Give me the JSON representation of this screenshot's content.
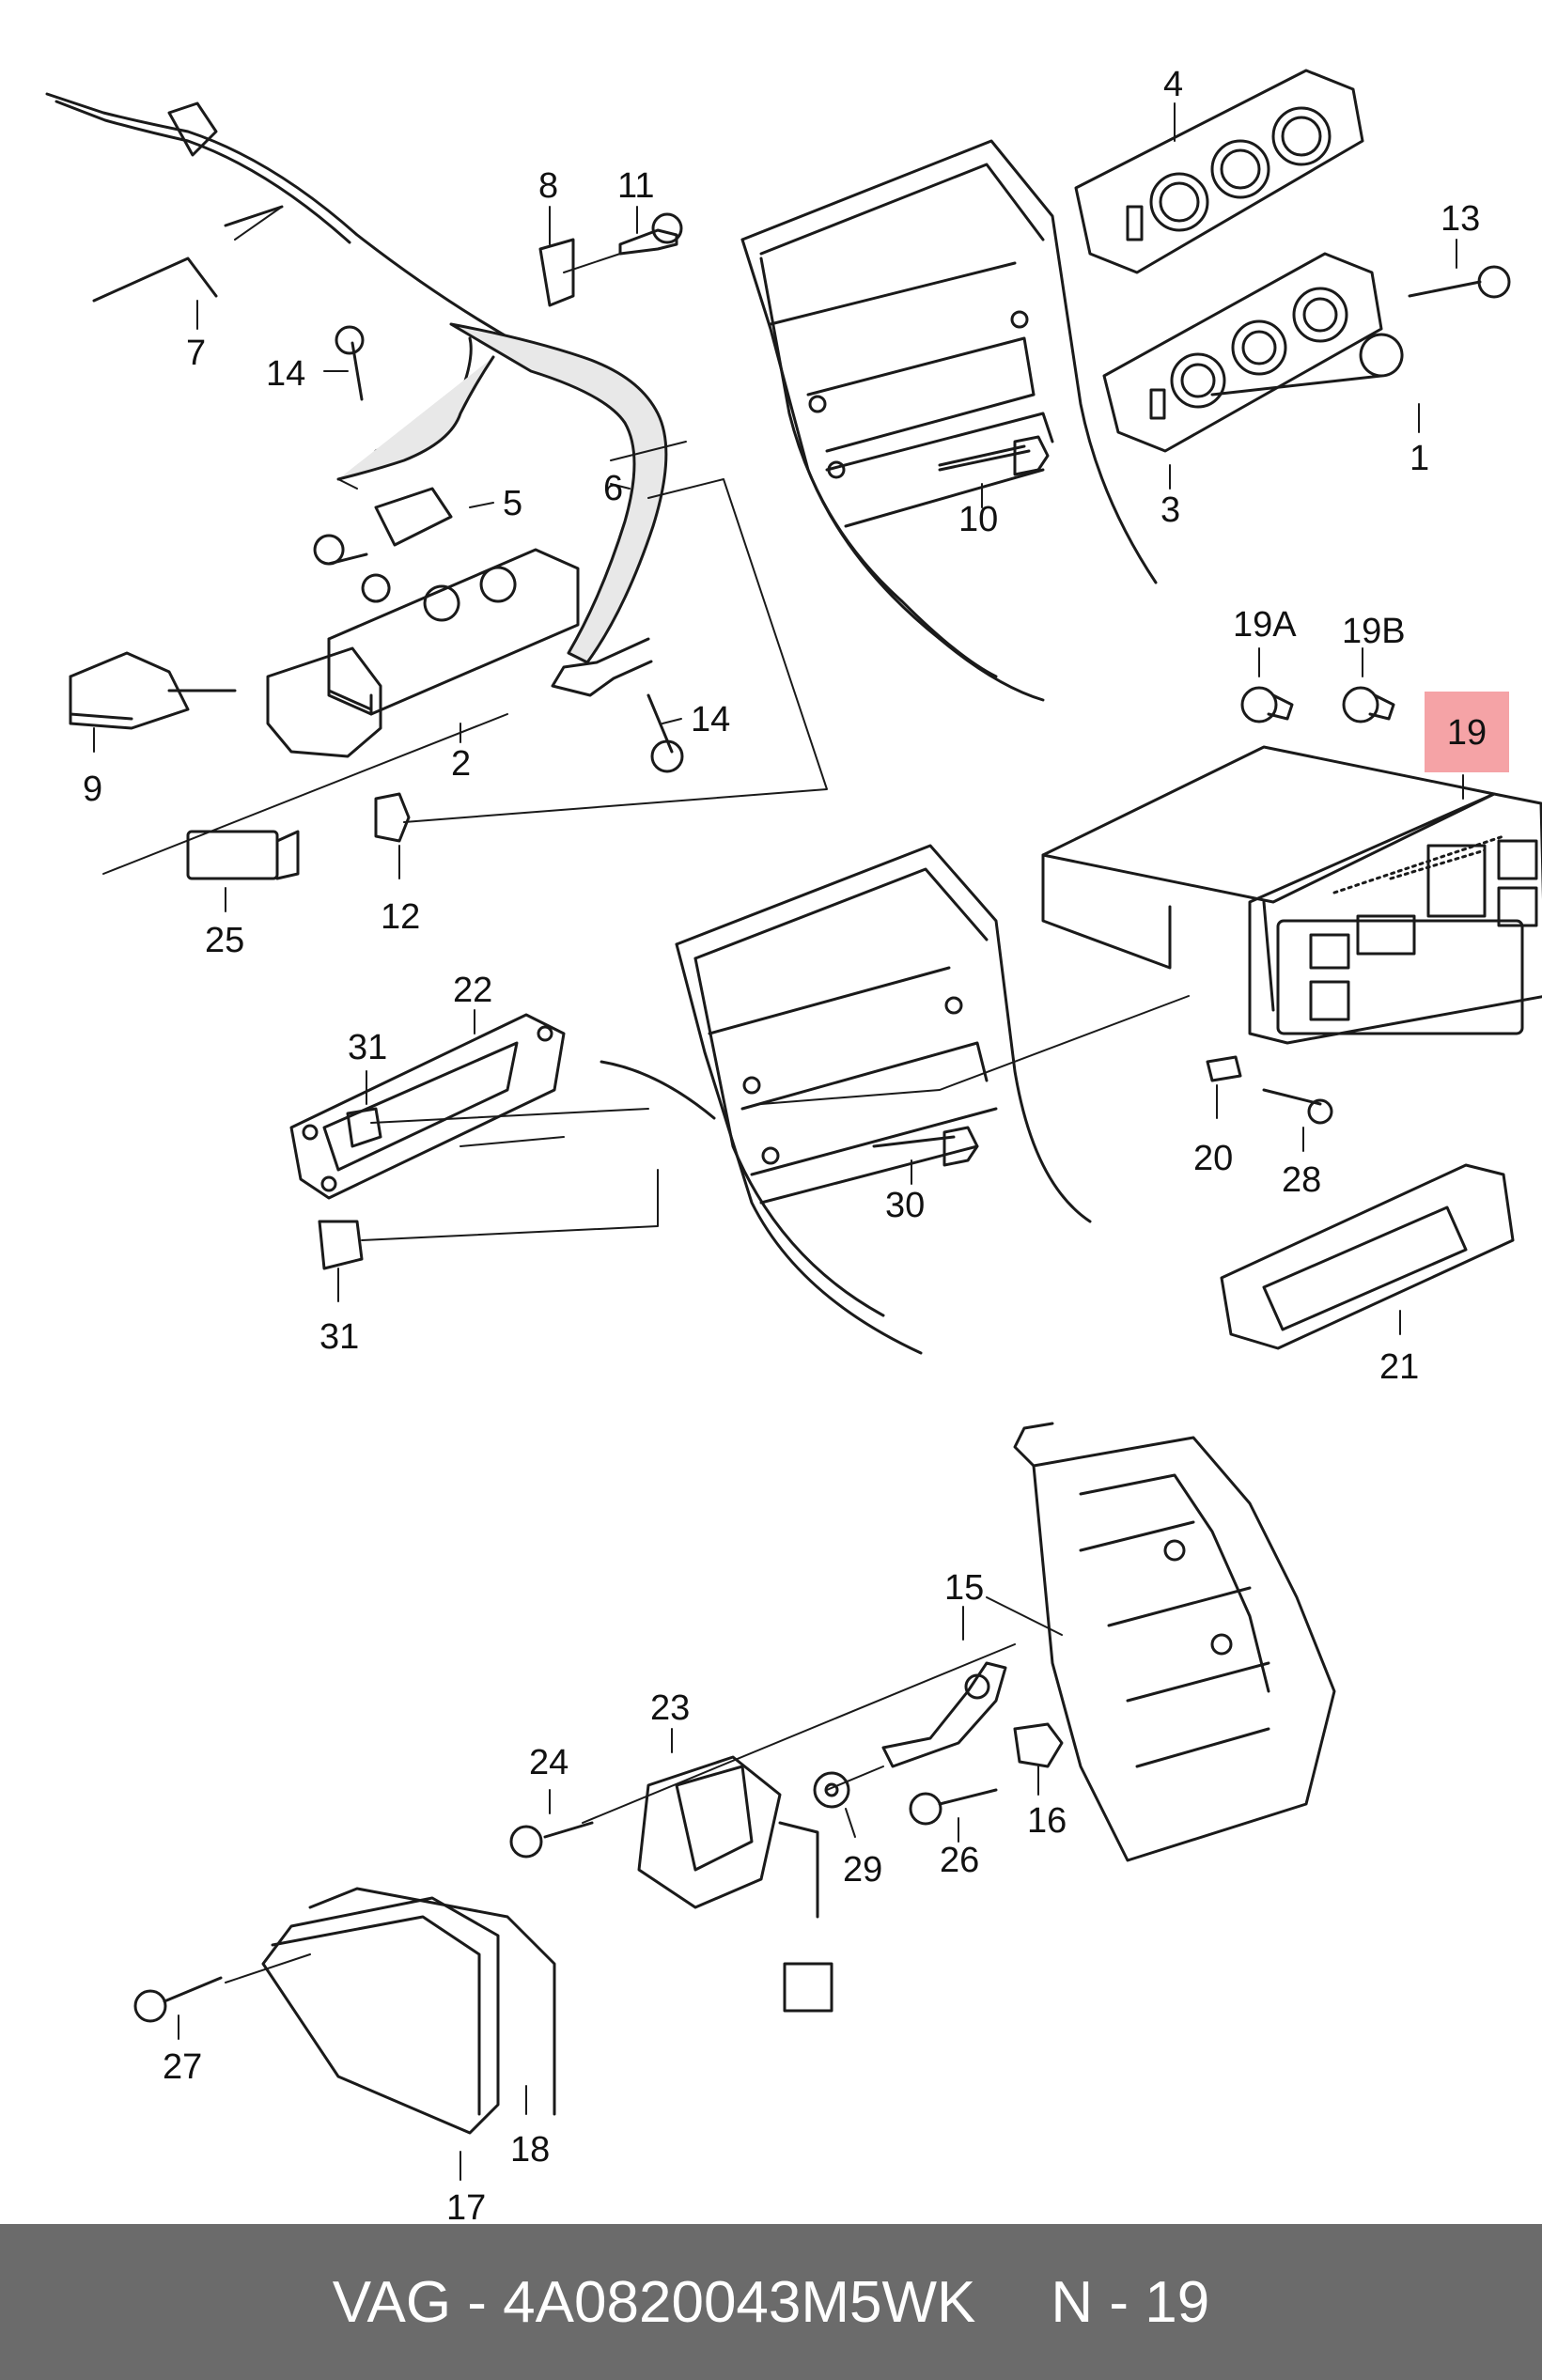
{
  "colors": {
    "footer_bg": "#6b6b6b",
    "highlight": "#f5a3a6",
    "ink": "#1a1a1a"
  },
  "callouts": {
    "n1": "1",
    "n2": "2",
    "n3": "3",
    "n4": "4",
    "n5": "5",
    "n6": "6",
    "n7": "7",
    "n8": "8",
    "n9": "9",
    "n10": "10",
    "n11": "11",
    "n12": "12",
    "n13": "13",
    "n14a": "14",
    "n14b": "14",
    "n15": "15",
    "n16": "16",
    "n17": "17",
    "n18": "18",
    "n19": "19",
    "n19a": "19A",
    "n19b": "19B",
    "n20": "20",
    "n21": "21",
    "n22": "22",
    "n23": "23",
    "n24": "24",
    "n25": "25",
    "n26": "26",
    "n27": "27",
    "n28": "28",
    "n29": "29",
    "n30": "30",
    "n31a": "31",
    "n31b": "31"
  },
  "footer": {
    "part_ref": "VAG - 4A0820043M5WK",
    "page_ref": "N - 19"
  }
}
